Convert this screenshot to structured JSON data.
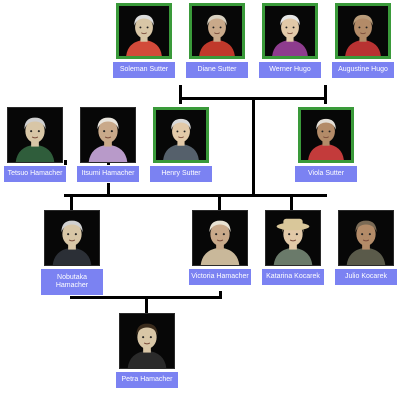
{
  "colors": {
    "highlight_border": "#3a9a3a",
    "label_fill": "#7b82f2",
    "connector": "#000000",
    "background": "#ffffff"
  },
  "people": {
    "soleman": {
      "name": "Soleman Sutter",
      "icon": "elder-man-portrait-icon",
      "highlighted": true
    },
    "diane": {
      "name": "Diane Sutter",
      "icon": "elder-woman-portrait-icon",
      "highlighted": true
    },
    "werner": {
      "name": "Werner Hugo",
      "icon": "elder-man-portrait-icon",
      "highlighted": true
    },
    "augustine": {
      "name": "Augustine Hugo",
      "icon": "woman-portrait-icon",
      "highlighted": true
    },
    "tetsuo": {
      "name": "Tetsuo Hamacher",
      "icon": "elder-man-portrait-icon",
      "highlighted": false
    },
    "itsumi": {
      "name": "Itsumi Hamacher",
      "icon": "elder-woman-portrait-icon",
      "highlighted": false
    },
    "henry": {
      "name": "Henry Sutter",
      "icon": "elder-man-portrait-icon",
      "highlighted": true
    },
    "viola": {
      "name": "Viola Sutter",
      "icon": "elder-woman-portrait-icon",
      "highlighted": true
    },
    "nobutaka": {
      "name": "Nobutaka Hamacher",
      "icon": "elder-man-portrait-icon",
      "highlighted": false
    },
    "victoria": {
      "name": "Victoria Hamacher",
      "icon": "elder-woman-portrait-icon",
      "highlighted": false
    },
    "katarina": {
      "name": "Katarina Kocarek",
      "icon": "woman-with-hat-portrait-icon",
      "highlighted": false
    },
    "julio": {
      "name": "Julio Kocarek",
      "icon": "elder-man-portrait-icon",
      "highlighted": false
    },
    "petra": {
      "name": "Petra Hamacher",
      "icon": "woman-portrait-icon",
      "highlighted": false
    }
  }
}
